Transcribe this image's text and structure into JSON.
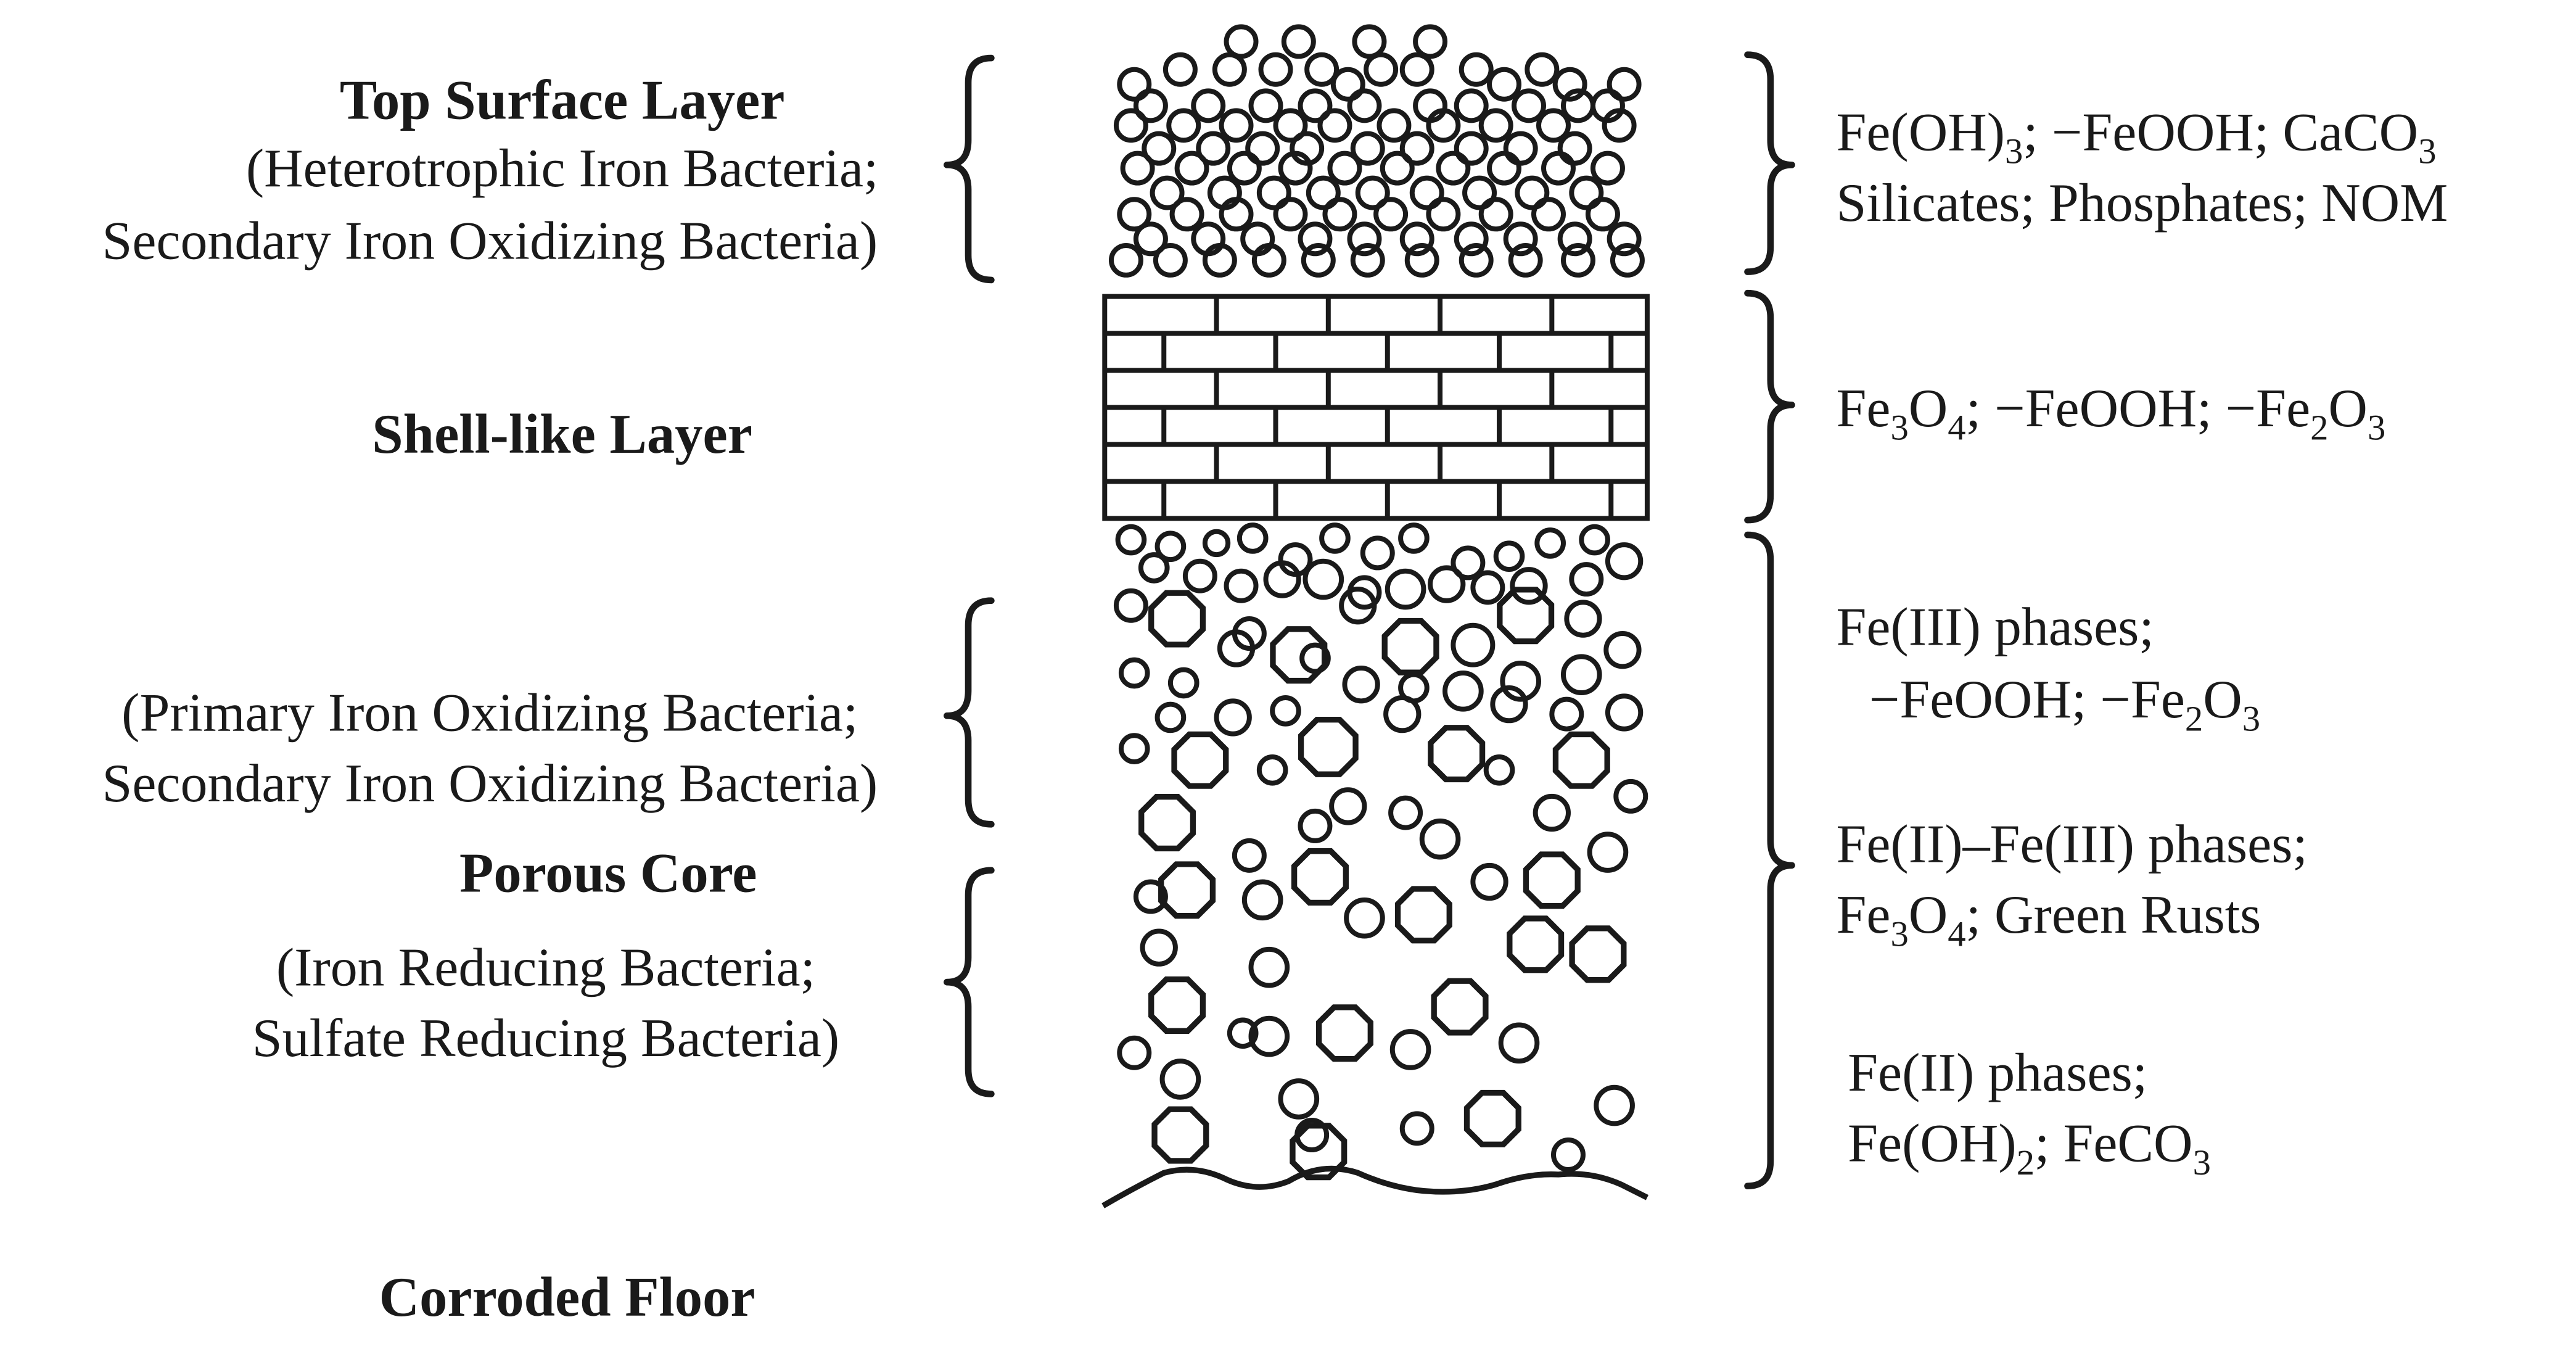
{
  "labels": {
    "top_surface": {
      "title": "Top Surface Layer",
      "line1": "(Heterotrophic Iron Bacteria;",
      "line2": "Secondary Iron Oxidizing Bacteria)"
    },
    "shell": {
      "title": "Shell-like Layer"
    },
    "porous": {
      "upper_line1": "(Primary Iron Oxidizing Bacteria;",
      "upper_line2": "Secondary Iron Oxidizing Bacteria)",
      "title": "Porous Core",
      "lower_line1": "(Iron Reducing Bacteria;",
      "lower_line2": "Sulfate Reducing Bacteria)"
    },
    "floor": {
      "title": "Corroded Floor"
    }
  },
  "minerals": {
    "top": {
      "line1": {
        "a": "Fe(OH)",
        "a_sub": "3",
        "b": "; −FeOOH; CaCO",
        "b_sub": "3"
      },
      "line2": "Silicates; Phosphates; NOM"
    },
    "shell": {
      "a": "Fe",
      "a_sub1": "3",
      "b": "O",
      "b_sub": "4",
      "c": "; −FeOOH; −Fe",
      "c_sub1": "2",
      "d": "O",
      "d_sub": "3"
    },
    "core_upper": {
      "line1": "Fe(III) phases;",
      "line2": {
        "a": "−FeOOH; −Fe",
        "a_sub": "2",
        "b": "O",
        "b_sub": "3"
      }
    },
    "core_middle": {
      "line1": "Fe(II)–Fe(III) phases;",
      "line2": {
        "a": "Fe",
        "a_sub": "3",
        "b": "O",
        "b_sub": "4",
        "c": "; Green Rusts"
      }
    },
    "core_lower": {
      "line1": "Fe(II) phases;",
      "line2": {
        "a": "Fe(OH)",
        "a_sub": "2",
        "b": "; FeCO",
        "b_sub": "3"
      }
    }
  }
}
